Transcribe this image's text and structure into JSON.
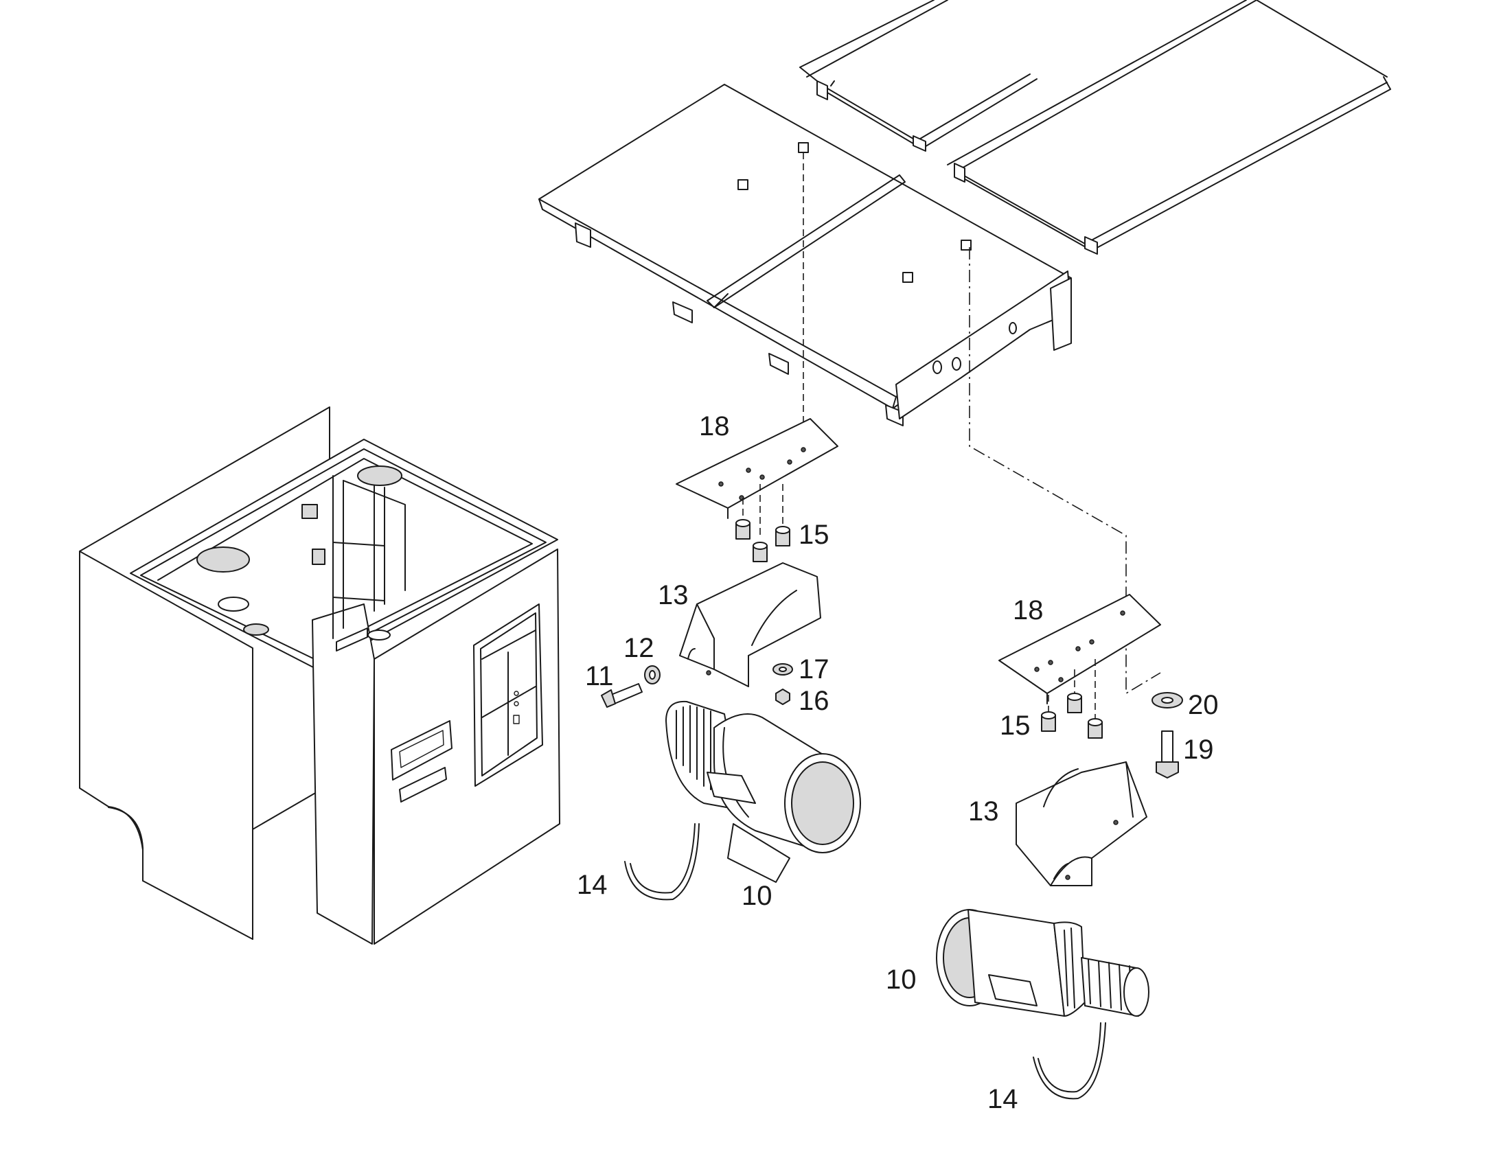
{
  "callouts": [
    {
      "id": "c-18-a",
      "label": "18"
    },
    {
      "id": "c-15-a",
      "label": "15"
    },
    {
      "id": "c-13-a",
      "label": "13"
    },
    {
      "id": "c-12",
      "label": "12"
    },
    {
      "id": "c-11",
      "label": "11"
    },
    {
      "id": "c-17",
      "label": "17"
    },
    {
      "id": "c-16",
      "label": "16"
    },
    {
      "id": "c-14-a",
      "label": "14"
    },
    {
      "id": "c-10-a",
      "label": "10"
    },
    {
      "id": "c-18-b",
      "label": "18"
    },
    {
      "id": "c-15-b",
      "label": "15"
    },
    {
      "id": "c-20",
      "label": "20"
    },
    {
      "id": "c-19",
      "label": "19"
    },
    {
      "id": "c-13-b",
      "label": "13"
    },
    {
      "id": "c-10-b",
      "label": "10"
    },
    {
      "id": "c-14-b",
      "label": "14"
    }
  ]
}
